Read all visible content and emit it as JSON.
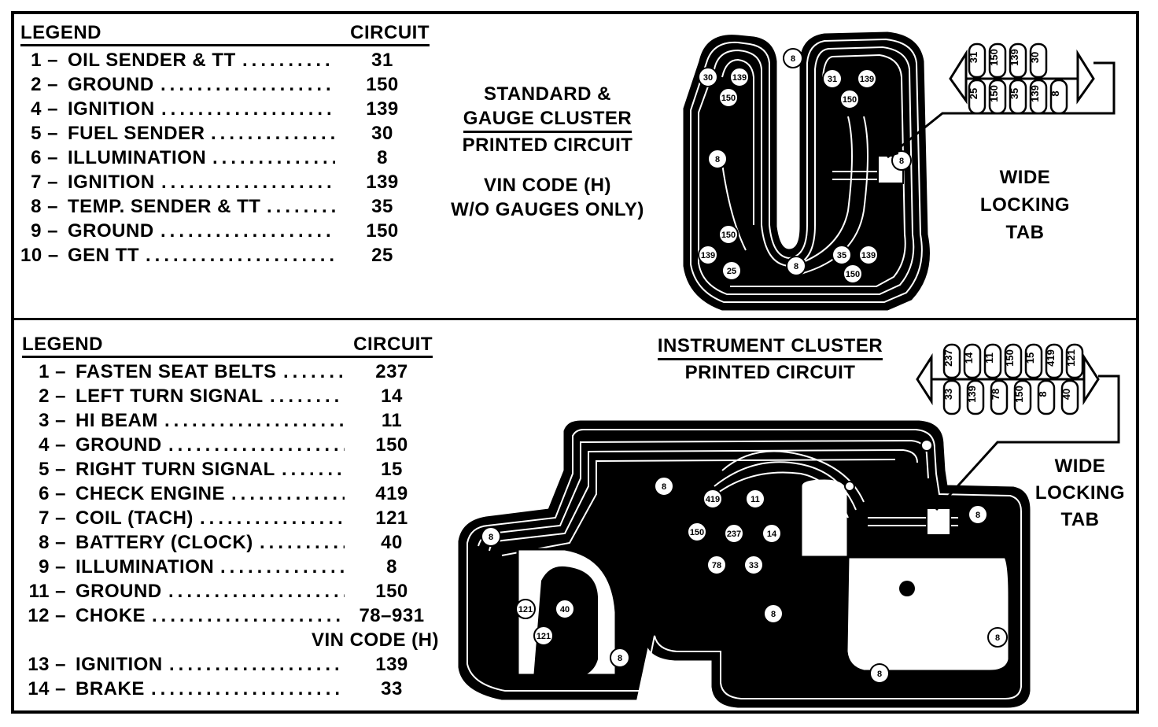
{
  "top": {
    "legend_header": "LEGEND",
    "circuit_header": "CIRCUIT",
    "rows": [
      {
        "num": "1 –",
        "label": "OIL SENDER & TT",
        "circuit": "31"
      },
      {
        "num": "2 –",
        "label": "GROUND",
        "circuit": "150"
      },
      {
        "num": "4 –",
        "label": "IGNITION",
        "circuit": "139"
      },
      {
        "num": "5 –",
        "label": "FUEL SENDER",
        "circuit": "30"
      },
      {
        "num": "6 –",
        "label": "ILLUMINATION",
        "circuit": "8"
      },
      {
        "num": "7 –",
        "label": "IGNITION",
        "circuit": "139"
      },
      {
        "num": "8 –",
        "label": "TEMP. SENDER & TT",
        "circuit": "35"
      },
      {
        "num": "9 –",
        "label": "GROUND",
        "circuit": "150"
      },
      {
        "num": "10 –",
        "label": "GEN TT",
        "circuit": "25"
      }
    ],
    "caption_line1": "STANDARD &",
    "caption_line2": "GAUGE CLUSTER",
    "caption_line3": "PRINTED CIRCUIT",
    "caption_line4": "VIN CODE (H)",
    "caption_line5": "W/O GAUGES ONLY)",
    "tab_line1": "WIDE",
    "tab_line2": "LOCKING",
    "tab_line3": "TAB",
    "connector_top_pins": [
      "31",
      "150",
      "139",
      "30"
    ],
    "connector_bottom_pins": [
      "25",
      "150",
      "35",
      "139",
      "8"
    ],
    "board_pins": [
      "30",
      "139",
      "150",
      "31",
      "139",
      "150",
      "8",
      "8",
      "150",
      "139",
      "25",
      "8",
      "35",
      "139",
      "150",
      "8"
    ]
  },
  "bottom": {
    "legend_header": "LEGEND",
    "circuit_header": "CIRCUIT",
    "rows": [
      {
        "num": "1 –",
        "label": "FASTEN SEAT BELTS",
        "circuit": "237"
      },
      {
        "num": "2 –",
        "label": "LEFT TURN SIGNAL",
        "circuit": "14"
      },
      {
        "num": "3 –",
        "label": "HI BEAM",
        "circuit": "11"
      },
      {
        "num": "4 –",
        "label": "GROUND",
        "circuit": "150"
      },
      {
        "num": "5 –",
        "label": "RIGHT TURN SIGNAL",
        "circuit": "15"
      },
      {
        "num": "6 –",
        "label": "CHECK ENGINE",
        "circuit": "419"
      },
      {
        "num": "7 –",
        "label": "COIL (TACH)",
        "circuit": "121"
      },
      {
        "num": "8 –",
        "label": "BATTERY (CLOCK)",
        "circuit": "40"
      },
      {
        "num": "9 –",
        "label": "ILLUMINATION",
        "circuit": "8"
      },
      {
        "num": "11 –",
        "label": "GROUND",
        "circuit": "150"
      },
      {
        "num": "12 –",
        "label": "CHOKE",
        "circuit": "78–931"
      },
      {
        "num": "",
        "label": "",
        "circuit": "VIN CODE (H)"
      },
      {
        "num": "13 –",
        "label": "IGNITION",
        "circuit": "139"
      },
      {
        "num": "14 –",
        "label": "BRAKE",
        "circuit": "33"
      }
    ],
    "caption_line1": "INSTRUMENT CLUSTER",
    "caption_line2": "PRINTED CIRCUIT",
    "tab_line1": "WIDE",
    "tab_line2": "LOCKING",
    "tab_line3": "TAB",
    "connector_top_pins": [
      "237",
      "14",
      "11",
      "150",
      "15",
      "419",
      "121"
    ],
    "connector_bottom_pins": [
      "33",
      "139",
      "78",
      "150",
      "8",
      "40"
    ],
    "board_pins": [
      "8",
      "8",
      "419",
      "11",
      "150",
      "237",
      "14",
      "78",
      "33",
      "8",
      "8",
      "121",
      "40",
      "121",
      "8",
      "8",
      "8"
    ]
  }
}
